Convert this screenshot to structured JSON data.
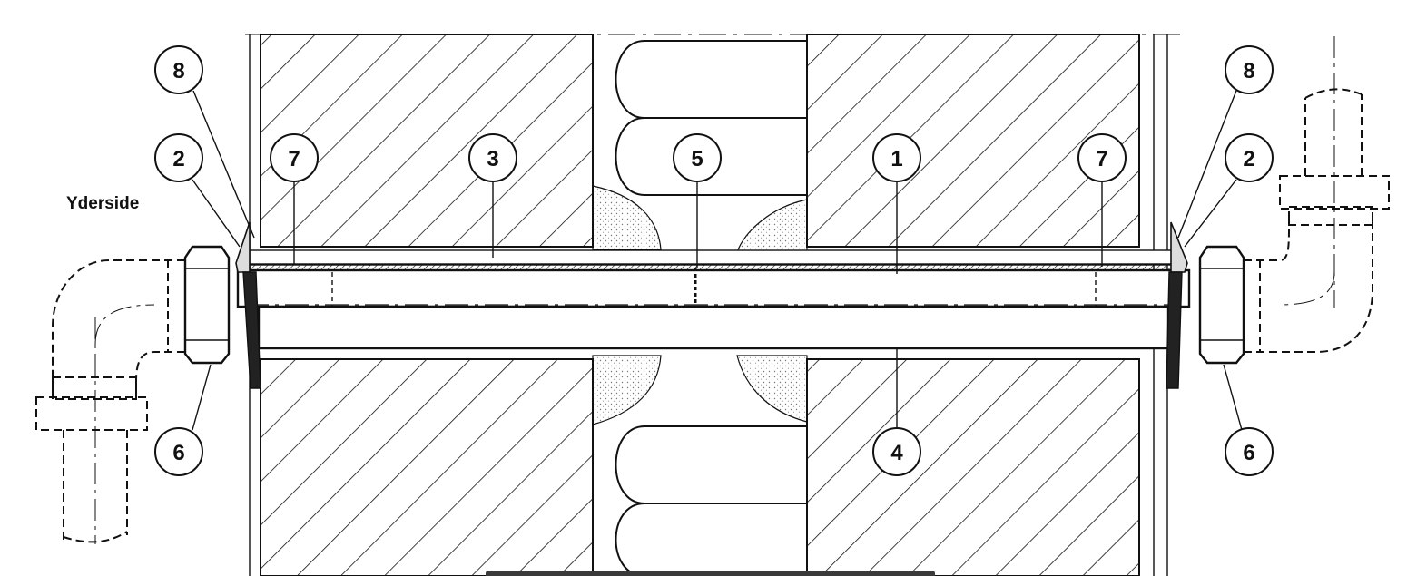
{
  "side_label": "Yderside",
  "callouts": {
    "c8_left": "8",
    "c2_left": "2",
    "c7_left": "7",
    "c3": "3",
    "c5": "5",
    "c1": "1",
    "c7_right": "7",
    "c2_right": "2",
    "c8_right": "8",
    "c6_left": "6",
    "c4": "4",
    "c6_right": "6"
  }
}
